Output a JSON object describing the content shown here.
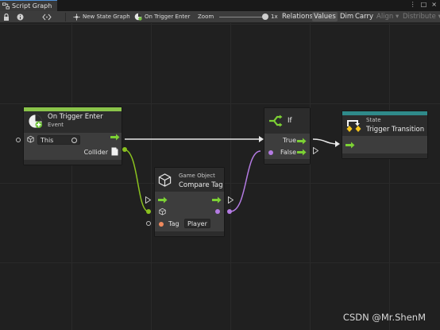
{
  "window": {
    "tab_title": "Script Graph",
    "menu_glyph": "⋮",
    "maximize_glyph": "□",
    "close_glyph": "×"
  },
  "toolbar": {
    "new_state_graph": "New State Graph",
    "event_name": "On Trigger Enter",
    "zoom_label": "Zoom",
    "zoom_value": "1x",
    "buttons": [
      "Relations",
      "Values",
      "Dim",
      "Carry",
      "Align ▾",
      "Distribute ▾"
    ]
  },
  "nodes": {
    "trigger": {
      "title": "On Trigger Enter",
      "subtitle": "Event",
      "target_value": "This",
      "output_label": "Collider",
      "accent": "#8ac44a"
    },
    "compare": {
      "category": "Game Object",
      "title": "Compare Tag",
      "tag_label": "Tag",
      "tag_value": "Player"
    },
    "if": {
      "title": "If",
      "true_label": "True",
      "false_label": "False"
    },
    "state": {
      "category": "State",
      "title": "Trigger Transition",
      "accent": "#2f8a8a"
    }
  },
  "colors": {
    "flow": "#7cd134",
    "collider_wire": "#8ac11f",
    "bool_wire": "#b47be3",
    "tag_port": "#f08a5d",
    "white_wire": "#e8e8e8"
  },
  "watermark": "CSDN @Mr.ShenM"
}
